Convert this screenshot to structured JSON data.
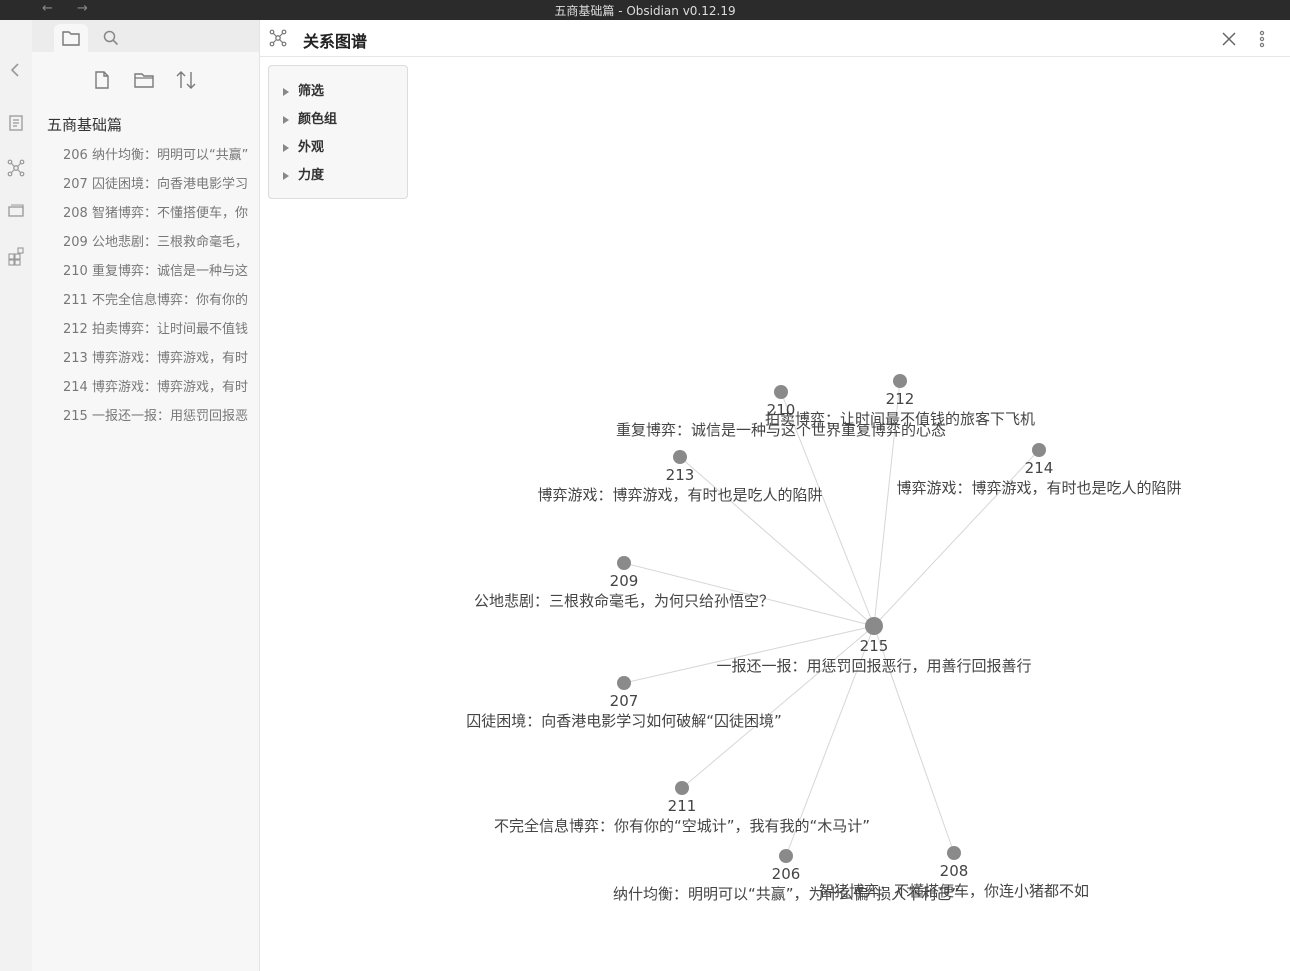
{
  "window": {
    "title": "五商基础篇 - Obsidian v0.12.19",
    "back_glyph": "←",
    "forward_glyph": "→"
  },
  "ribbon": {
    "icons": [
      "collapse-icon",
      "quick-switcher-icon",
      "graph-view-icon",
      "slides-icon",
      "command-palette-icon"
    ]
  },
  "sidebar": {
    "tabs": [
      "file-explorer-tab",
      "search-tab"
    ],
    "folder_title": "五商基础篇",
    "files": [
      "206 纳什均衡：明明可以“共赢”",
      "207 囚徒困境：向香港电影学习",
      "208 智猪博弈：不懂搭便车，你",
      "209 公地悲剧：三根救命毫毛，",
      "210 重复博弈：诚信是一种与这",
      "211 不完全信息博弈：你有你的",
      "212 拍卖博弈：让时间最不值钱",
      "213 博弈游戏：博弈游戏，有时",
      "214 博弈游戏：博弈游戏，有时",
      "215 一报还一报：用惩罚回报恶"
    ]
  },
  "pane": {
    "title": "关系图谱"
  },
  "graph_controls": [
    "筛选",
    "颜色组",
    "外观",
    "力度"
  ],
  "graph": {
    "center": "215",
    "node_color": "#8a8a8a",
    "link_color": "#d6d6d6",
    "nodes": [
      {
        "id": "215",
        "title": "一报还一报：用惩罚回报恶行，用善行回报善行"
      },
      {
        "id": "210",
        "title": "重复博弈：诚信是一种与这个世界重复博弈的心态"
      },
      {
        "id": "212",
        "title": "拍卖博弈：让时间最不值钱的旅客下飞机"
      },
      {
        "id": "214",
        "title": "博弈游戏：博弈游戏，有时也是吃人的陷阱"
      },
      {
        "id": "213",
        "title": "博弈游戏：博弈游戏，有时也是吃人的陷阱"
      },
      {
        "id": "209",
        "title": "公地悲剧：三根救命毫毛，为何只给孙悟空？"
      },
      {
        "id": "207",
        "title": "囚徒困境：向香港电影学习如何破解“囚徒困境”"
      },
      {
        "id": "211",
        "title": "不完全信息博弈：你有你的“空城计”，我有我的“木马计”"
      },
      {
        "id": "206",
        "title": "纳什均衡：明明可以“共赢”，为什么偏“损人不利己”"
      },
      {
        "id": "208",
        "title": "智猪博弈：不懂搭便车，你连小猪都不如"
      }
    ]
  }
}
